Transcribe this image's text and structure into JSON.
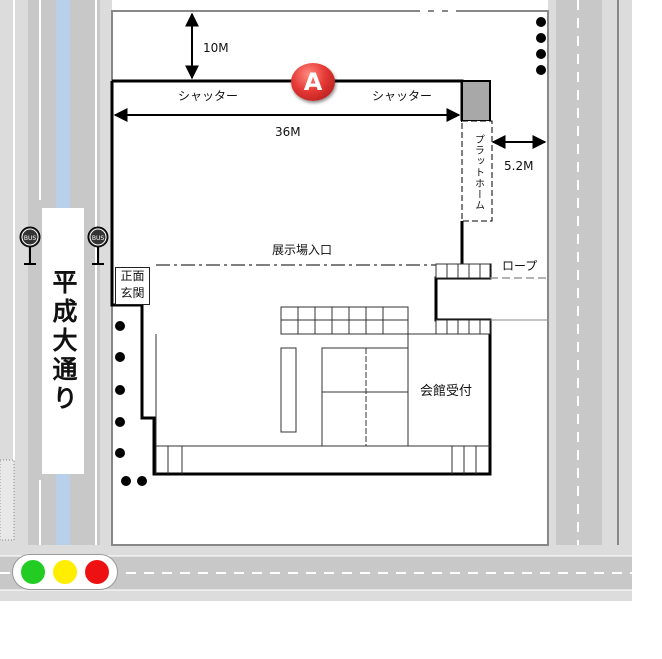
{
  "map": {
    "marker_a": "A",
    "street_name": "平成大通り",
    "dimensions": {
      "setback": "10M",
      "building_width": "36M",
      "side_gap": "5.2M"
    },
    "labels": {
      "shutter_left": "シャッター",
      "shutter_right": "シャッター",
      "platform": "プラットホーム",
      "exhibition_entrance": "展示場入口",
      "rope": "ロープ",
      "main_entrance": "正面玄関",
      "reception": "会館受付"
    },
    "bus_stop_text": "BUS",
    "traffic_light": {
      "colors": [
        "#22cc22",
        "#ffee00",
        "#ee1111"
      ]
    },
    "colors": {
      "road": "#c8c8c8",
      "road_light": "#dcdcdc",
      "water": "#b8d0ea",
      "wall": "#000000",
      "marker": "#e53935"
    }
  }
}
